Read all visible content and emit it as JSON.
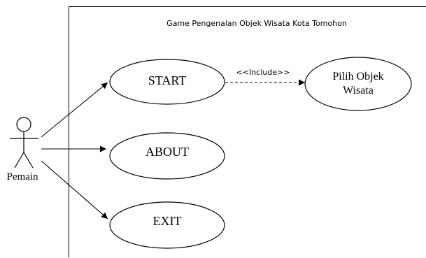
{
  "diagram": {
    "system_title": "Game Pengenalan Objek Wisata Kota Tomohon",
    "actor": {
      "name": "Pemain"
    },
    "use_cases": {
      "start": "START",
      "about": "ABOUT",
      "exit": "EXIT",
      "pilih_line1": "Pilih Objek",
      "pilih_line2": "Wisata"
    },
    "include_label": "<<Include>>"
  }
}
